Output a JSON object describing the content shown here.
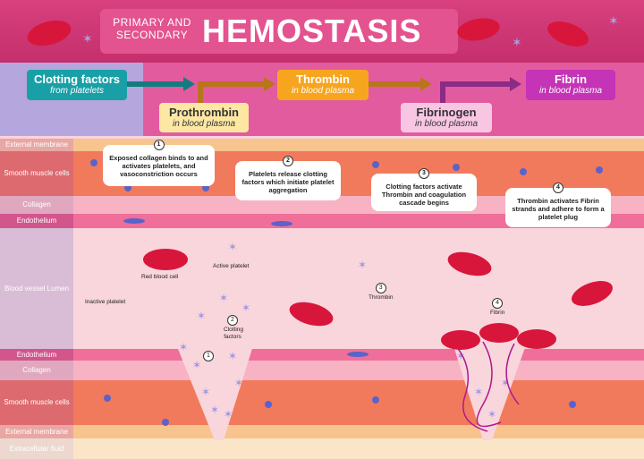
{
  "title": {
    "small": "PRIMARY AND SECONDARY",
    "big": "HEMOSTASIS"
  },
  "flow": [
    {
      "name": "Clotting factors",
      "sub": "from platelets",
      "color": "#19a0a6"
    },
    {
      "name": "Prothrombin",
      "sub": "in blood plasma",
      "color": "#fde7a3"
    },
    {
      "name": "Thrombin",
      "sub": "in blood plasma",
      "color": "#f7a51f"
    },
    {
      "name": "Fibrinogen",
      "sub": "in blood plasma",
      "color": "#f8c6e3"
    },
    {
      "name": "Fibrin",
      "sub": "in blood plasma",
      "color": "#c533b6"
    }
  ],
  "layers": [
    "External membrane",
    "Smooth muscle cells",
    "Collagen",
    "Endothelium",
    "Blood vessel Lumen",
    "Endothelium",
    "Collagen",
    "Smooth muscle cells",
    "External membrane",
    "Extracellular fluid"
  ],
  "steps": [
    {
      "n": "1",
      "text": "Exposed collagen binds to and activates platelets, and vasoconstriction occurs"
    },
    {
      "n": "2",
      "text": "Platelets release clotting factors which initiate platelet aggregation"
    },
    {
      "n": "3",
      "text": "Clotting factors activate Thrombin and coagulation cascade begins"
    },
    {
      "n": "4",
      "text": "Thrombin activates Fibrin strands and adhere to form a platelet plug"
    }
  ],
  "tags": {
    "rbc": "Red blood cell",
    "active": "Active platelet",
    "inactive": "Inactive platelet",
    "clotting": "Clotting factors",
    "thrombin": "Thrombin",
    "fibrin": "Fibrin",
    "n1": "1",
    "n2": "2",
    "n3": "3",
    "n4": "4"
  }
}
